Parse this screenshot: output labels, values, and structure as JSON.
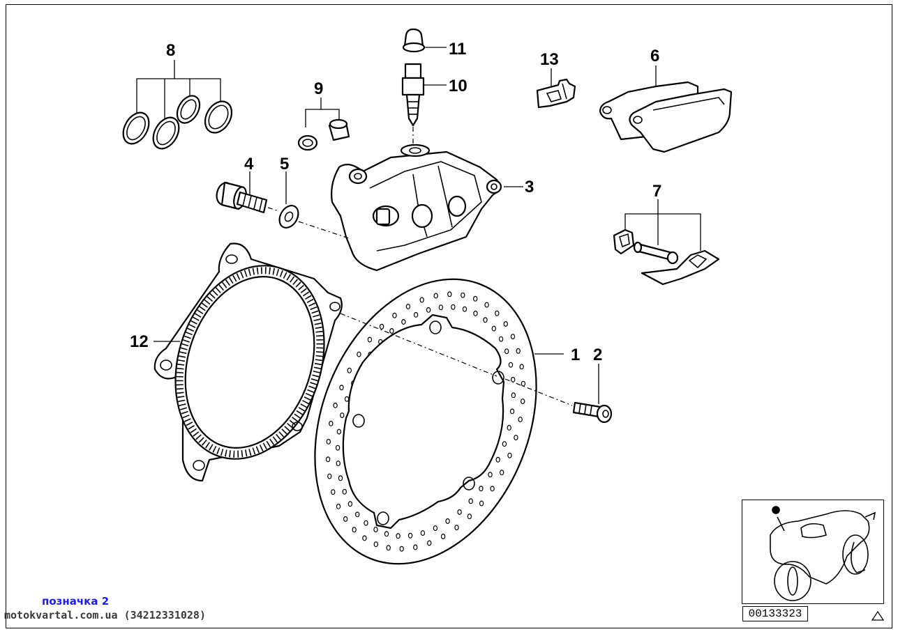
{
  "callouts": {
    "n1": "1",
    "n2": "2",
    "n3": "3",
    "n4": "4",
    "n5": "5",
    "n6": "6",
    "n7": "7",
    "n8": "8",
    "n9": "9",
    "n10": "10",
    "n11": "11",
    "n12": "12",
    "n13": "13"
  },
  "footer": {
    "note": "позначка 2",
    "source": "motokvartal.com.ua (34212331028)",
    "image_code": "00133323"
  },
  "icons": {
    "inset": "motorcycle-locator-icon",
    "corner": "triangle-icon"
  }
}
